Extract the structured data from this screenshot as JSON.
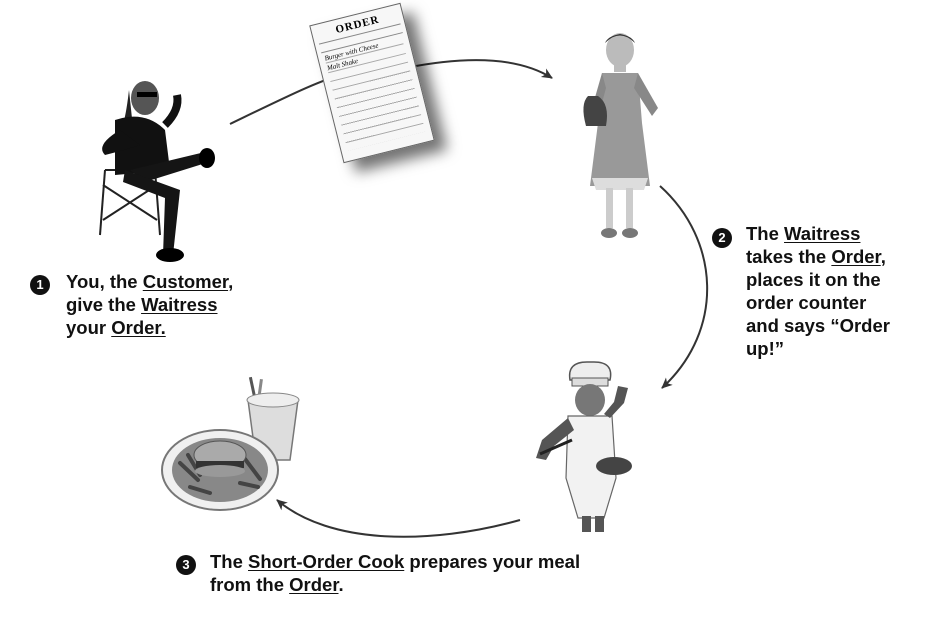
{
  "order_slip": {
    "heading": "ORDER",
    "line1": "Burger with Cheese",
    "line2": "Malt Shake"
  },
  "steps": [
    {
      "number": "1",
      "lines": [
        [
          "You, the ",
          "Customer",
          ","
        ],
        [
          "give the ",
          "Waitress",
          ""
        ],
        [
          "your ",
          "Order.",
          ""
        ]
      ]
    },
    {
      "number": "2",
      "lines": [
        [
          "The ",
          "Waitress",
          ""
        ],
        [
          "takes the ",
          "Order",
          ","
        ],
        [
          "places it on the",
          "",
          ""
        ],
        [
          "order counter",
          "",
          ""
        ],
        [
          "and says “Order",
          "",
          ""
        ],
        [
          "up!”",
          "",
          ""
        ]
      ]
    },
    {
      "number": "3",
      "lines": [
        [
          "The ",
          "Short-Order Cook",
          " prepares your meal"
        ],
        [
          "from the ",
          "Order",
          "."
        ]
      ]
    }
  ],
  "colors": {
    "ink": "#111111",
    "arrow": "#333333"
  }
}
